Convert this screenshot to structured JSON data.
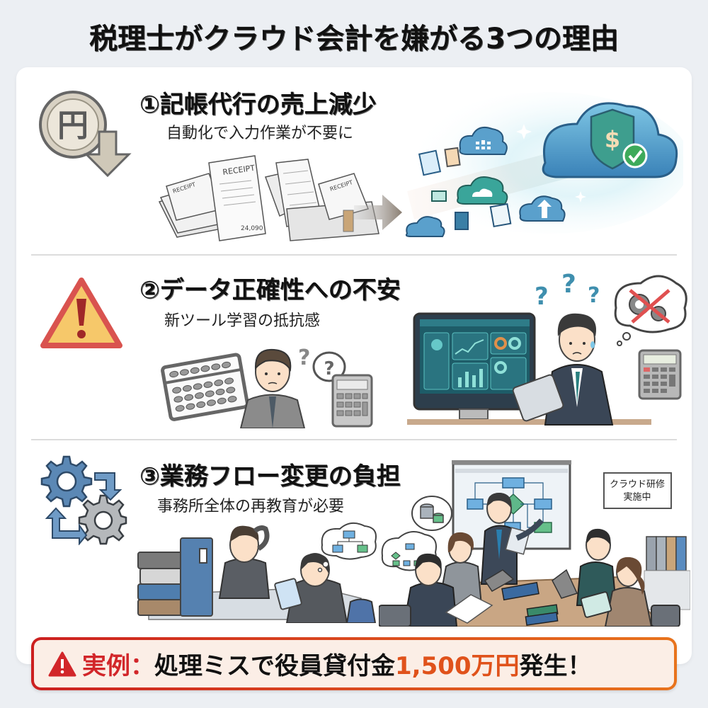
{
  "title": "税理士がクラウド会計を嫌がる3つの理由",
  "sections": [
    {
      "number": "①",
      "title": "①記帳代行の売上減少",
      "subtitle": "自動化で入力作業が不要に",
      "icon": "yen-coin-down-arrow-icon",
      "illustration": {
        "left": "paper-receipts-stack",
        "arrow": "right-arrow",
        "right": "cloud-with-shield-dollar-check",
        "receipt_labels": [
          "RECEIPT",
          "RECEIPT",
          "RECEIPT"
        ],
        "receipt_total": "24,090"
      }
    },
    {
      "number": "②",
      "title": "②データ正確性への不安",
      "subtitle": "新ツール学習の抵抗感",
      "icon": "warning-triangle-icon",
      "illustration": {
        "left": "abacus-confused-man-calculator",
        "right": "man-with-tablet-at-dashboard-monitor"
      }
    },
    {
      "number": "③",
      "title": "③業務フロー変更の負担",
      "subtitle": "事務所全体の再教育が必要",
      "icon": "gears-cycle-icon",
      "illustration": {
        "left": "office-workers-with-binders",
        "right": "training-meeting-with-flowchart",
        "sign_text": "クラウド研修\n実施中",
        "sign_line1": "クラウド研修",
        "sign_line2": "実施中"
      }
    }
  ],
  "alert": {
    "icon": "warning-icon",
    "label": "実例",
    "colon": "：",
    "text_before": "処理ミスで役員貸付金",
    "amount": "1,500万円",
    "text_after": "発生！"
  },
  "colors": {
    "background": "#eceff3",
    "card": "#ffffff",
    "alert_red": "#d2262a",
    "alert_orange": "#e0521b",
    "alert_bg": "#fbeee6",
    "warning_fill": "#f6c86a",
    "warning_border": "#d9534f",
    "gear_blue": "#5b88b5",
    "gear_gray": "#b5b8bb",
    "cloud_blue": "#4a95c8",
    "teal": "#3aa59a"
  }
}
